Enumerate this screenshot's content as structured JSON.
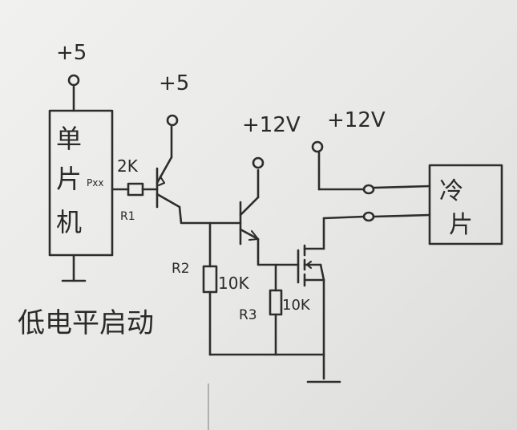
{
  "labels": {
    "mcu_vcc": "+5",
    "transistor_vcc": "+5",
    "driver_vcc": "+12V",
    "load_vcc": "+12V",
    "mcu_char_1": "单",
    "mcu_char_2": "片",
    "mcu_char_3": "机",
    "mcu_pin": "Pxx",
    "r1_value": "2K",
    "r1_name": "R1",
    "r2_name": "R2",
    "r2_value": "10K",
    "r3_name": "R3",
    "r3_value": "10K",
    "load_char_1": "冷",
    "load_char_2": "片",
    "caption": "低电平启动"
  },
  "colors": {
    "ink": "#2d2d2d",
    "paper": "#ececea"
  }
}
